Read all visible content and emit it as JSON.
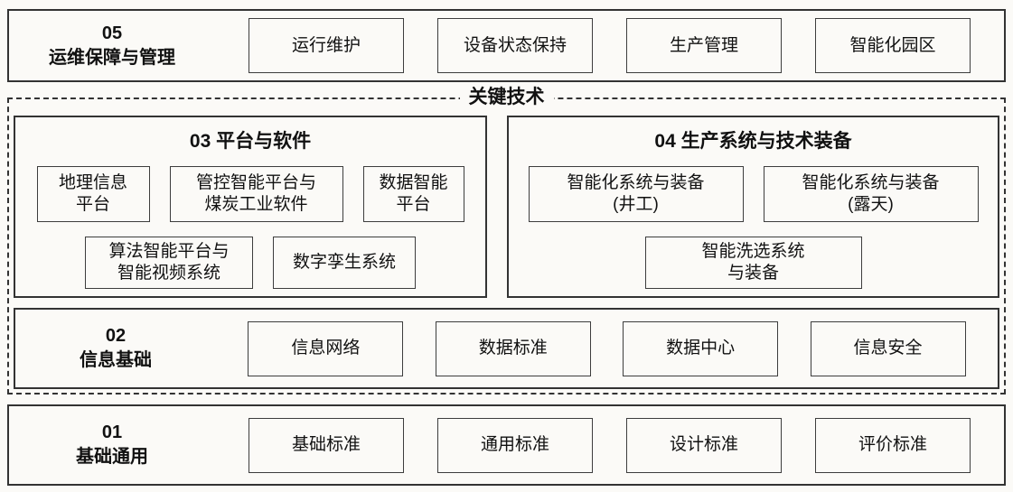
{
  "keytech": {
    "label": "关键技术"
  },
  "layer05": {
    "number": "05",
    "title": "运维保障与管理",
    "items": [
      "运行维护",
      "设备状态保持",
      "生产管理",
      "智能化园区"
    ]
  },
  "section03": {
    "title": "03 平台与软件",
    "row1": [
      "地理信息\n平台",
      "管控智能平台与\n煤炭工业软件",
      "数据智能\n平台"
    ],
    "row2": [
      "算法智能平台与\n智能视频系统",
      "数字孪生系统"
    ]
  },
  "section04": {
    "title": "04 生产系统与技术装备",
    "row1": [
      "智能化系统与装备\n(井工)",
      "智能化系统与装备\n(露天)"
    ],
    "row2": [
      "智能洗选系统\n与装备"
    ]
  },
  "layer02": {
    "number": "02",
    "title": "信息基础",
    "items": [
      "信息网络",
      "数据标准",
      "数据中心",
      "信息安全"
    ]
  },
  "layer01": {
    "number": "01",
    "title": "基础通用",
    "items": [
      "基础标准",
      "通用标准",
      "设计标准",
      "评价标准"
    ]
  },
  "colors": {
    "background": "#fbfaf7",
    "border_outer": "#333333",
    "border_inner": "#3d3d3d"
  }
}
